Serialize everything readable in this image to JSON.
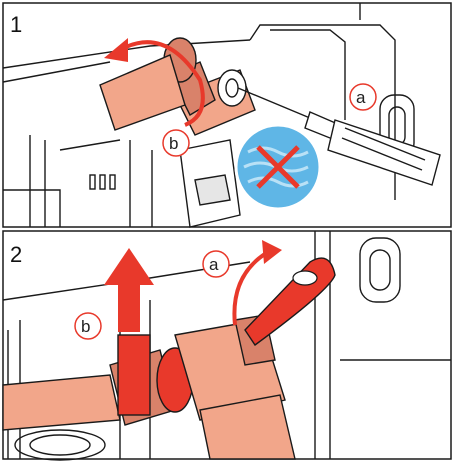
{
  "steps": [
    {
      "number": "1",
      "callouts": [
        "a",
        "b"
      ]
    },
    {
      "number": "2",
      "callouts": [
        "a",
        "b"
      ]
    }
  ],
  "colors": {
    "accent": "#e8392b",
    "part": "#f2a68a",
    "part_dark": "#d9826a",
    "water": "#5fb6e6",
    "water_light": "#b9e1f6",
    "line": "#1a1a1a"
  },
  "icons": [
    "rotate-ccw-arrow-icon",
    "no-water-icon",
    "screwdriver-icon",
    "lift-up-arrow-icon",
    "rotate-arrow-icon"
  ]
}
